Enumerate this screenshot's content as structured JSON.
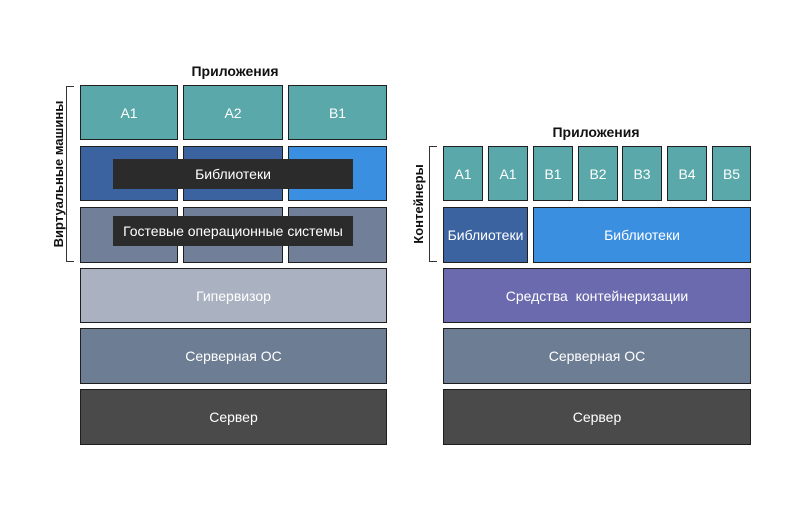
{
  "left": {
    "heading": "Приложения",
    "side_label": "Виртуальные машины",
    "apps": [
      "A1",
      "A2",
      "B1"
    ],
    "libraries": "Библиотеки",
    "guest_os": "Гостевые операционные системы",
    "hypervisor": "Гипервизор",
    "server_os": "Серверная ОС",
    "server": "Сервер"
  },
  "right": {
    "heading": "Приложения",
    "side_label": "Контейнеры",
    "apps": [
      "A1",
      "A1",
      "B1",
      "B2",
      "B3",
      "B4",
      "B5"
    ],
    "libraries_a": "Библиотеки",
    "libraries_b": "Библиотеки",
    "containerization": "Средства  контейнеризации",
    "server_os": "Серверная ОС",
    "server": "Сервер"
  },
  "colors": {
    "app_teal": "#5aa8aa",
    "lib_dark_blue": "#3a63a0",
    "lib_bright_blue": "#3b8fe0",
    "guest_os_slate": "#717f98",
    "hypervisor": "#aab2c2",
    "containerization": "#6c6aae",
    "server_os": "#6d7d93",
    "server": "#4a4a4a"
  }
}
